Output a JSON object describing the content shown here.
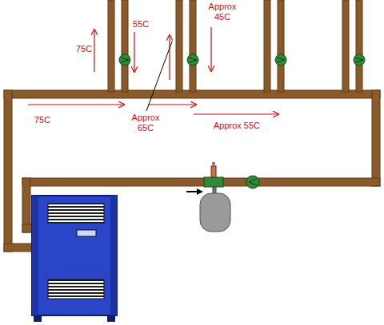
{
  "diagram": {
    "labels": [
      "75C",
      "55C",
      "Approx 45C",
      "75C",
      "Approx 65C",
      "Approx 55C"
    ]
  }
}
